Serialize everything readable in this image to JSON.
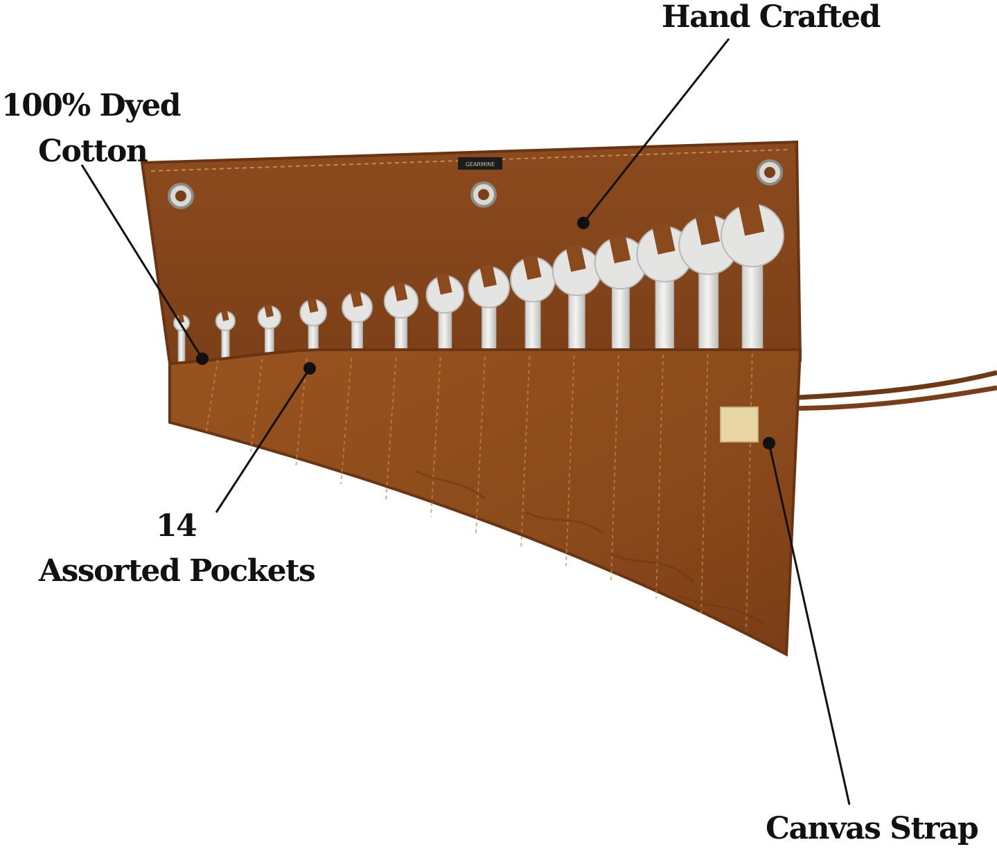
{
  "callouts": {
    "cotton_line1": "100% Dyed",
    "cotton_line2": "Cotton",
    "hand_crafted": "Hand Crafted",
    "pockets_line1": "14",
    "pockets_line2": "Assorted Pockets",
    "canvas_strap": "Canvas Strap"
  },
  "product": {
    "brand_tag": "GEARMINE",
    "wrench_count": 14,
    "pocket_count": 14,
    "grommet_count": 3
  },
  "colors": {
    "canvas": "#8a4a1e",
    "canvas_dark": "#6f3814",
    "canvas_pocket": "#93511f",
    "stitch": "#c98a4a",
    "wrench": "#e4e4e2",
    "wrench_shade": "#b8b8b6",
    "text": "#111111",
    "leader": "#111111",
    "patch": "#e8d6a4"
  }
}
